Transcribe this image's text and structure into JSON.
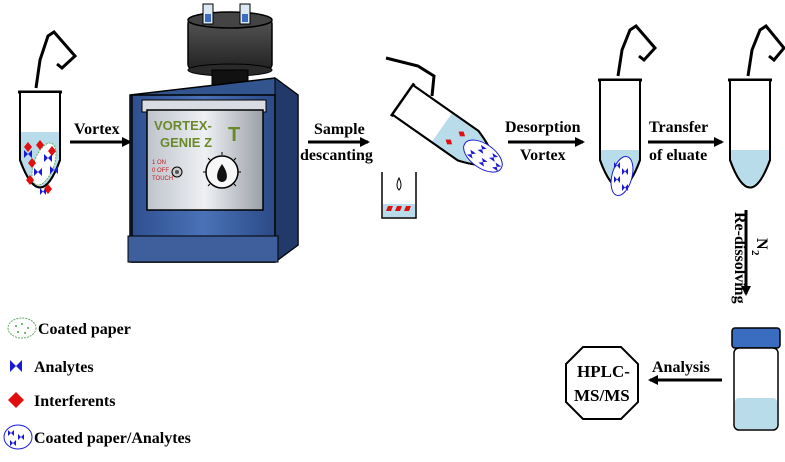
{
  "steps": {
    "vortex": "Vortex",
    "sample_line1": "Sample",
    "sample_line2": "descanting",
    "desorption_line1": "Desorption",
    "desorption_line2": "Vortex",
    "transfer_line1": "Transfer",
    "transfer_line2": "of eluate",
    "redissolving": "Re-dissolving",
    "n2_base": "N",
    "n2_sub": "2",
    "analysis": "Analysis"
  },
  "instrument": {
    "brand_line1": "VORTEX-",
    "brand_line2": "GENIE Z",
    "logo_letter": "T",
    "switch_on": "1 ON",
    "switch_off": "0 OFF",
    "switch_touch": "TOUCH"
  },
  "detector": {
    "line1": "HPLC-",
    "line2": "MS/MS"
  },
  "legend": {
    "coated_paper": "Coated paper",
    "analytes": "Analytes",
    "interferents": "Interferents",
    "coated_paper_analytes": "Coated paper/Analytes"
  },
  "colors": {
    "liquid": "#b9dcea",
    "analyte": "#1a1ad6",
    "interferent": "#e01010",
    "machine_blue": "#3f63a6",
    "cap_blue": "#3a6cc0"
  }
}
